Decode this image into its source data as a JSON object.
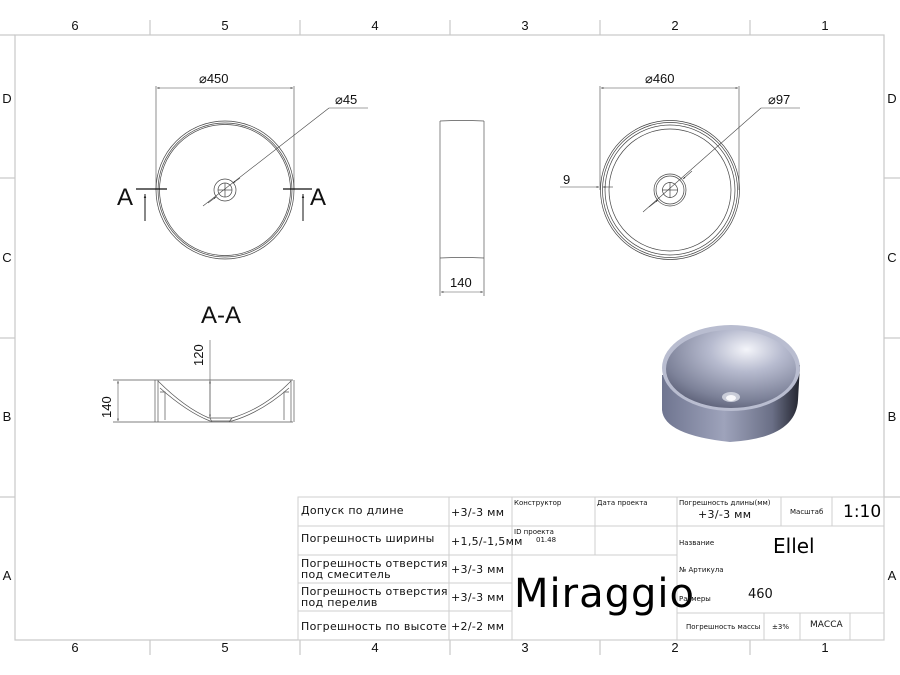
{
  "frame": {
    "columns": [
      "6",
      "5",
      "4",
      "3",
      "2",
      "1"
    ],
    "rows": [
      "D",
      "C",
      "B",
      "A"
    ]
  },
  "views": {
    "top_view_left": {
      "outer_diameter": "⌀450",
      "drain_diameter": "⌀45",
      "section_mark_left": "A",
      "section_mark_right": "A"
    },
    "side_view": {
      "height": "140"
    },
    "top_view_right": {
      "outer_diameter": "⌀460",
      "drain_diameter": "⌀97",
      "rim_thickness": "9"
    },
    "section_aa": {
      "title": "A-A",
      "inner_depth": "120",
      "total_height": "140"
    },
    "render_3d": {
      "colors": {
        "body": "#8a90a8",
        "highlight": "#e8eaf2",
        "shadow": "#2a2c38"
      }
    }
  },
  "title_block": {
    "tolerances": [
      {
        "label": "Допуск по длине",
        "value": "+3/-3 мм"
      },
      {
        "label": "Погрешность ширины",
        "value": "+1,5/-1,5мм"
      },
      {
        "label": "Погрешность отверстия под смеситель",
        "label_line1": "Погрешность отверстия",
        "label_line2": "под смеситель",
        "value": "+3/-3 мм"
      },
      {
        "label": "Погрешность отверстия под перелив",
        "label_line1": "Погрешность отверстия",
        "label_line2": "под перелив",
        "value": "+3/-3 мм"
      },
      {
        "label": "Погрешность по высоте",
        "value": "+2/-2 мм"
      }
    ],
    "designer_label": "Конструктор",
    "project_date_label": "Дата проекта",
    "project_id_label": "ID проекта",
    "project_id_value": "01.48",
    "brand": "Miraggio",
    "length_tolerance_label": "Погрешность длины(мм)",
    "length_tolerance_value": "+3/-3 мм",
    "scale_label": "Масштаб",
    "scale_value": "1:10",
    "name_label": "Название",
    "name_value": "Ellel",
    "article_label": "№ Артикула",
    "sizes_label": "Размеры",
    "sizes_value": "460",
    "mass_tolerance_label": "Погрешность массы",
    "mass_tolerance_value": "±3%",
    "mass_label": "МАССА",
    "mass_value": ""
  }
}
